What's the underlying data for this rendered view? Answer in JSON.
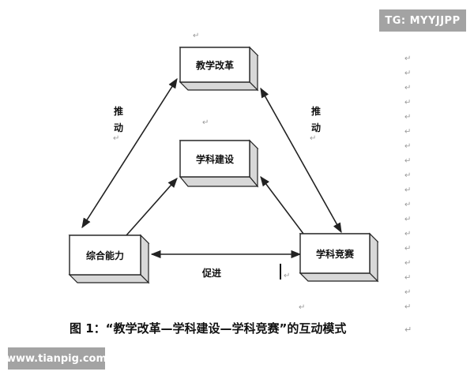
{
  "boxes": {
    "top": "教学改革",
    "middle": "学科建设",
    "left": "综合能力",
    "right": "学科竞赛"
  },
  "edge_labels": {
    "left": [
      "推",
      "动"
    ],
    "right": [
      "推",
      "动"
    ],
    "bottom": "促进"
  },
  "caption": "图 1：“教学改革—学科建设—学科竞赛”的互动模式",
  "caption_end_mark": "↵",
  "paragraph_mark": "↵",
  "overlay": {
    "top_right": "TG: MYYJJPP",
    "bottom_left": "www.tianpig.com"
  },
  "colors": {
    "box_fill": "#ffffff",
    "box_side": "#d8d8d8",
    "box_stroke": "#222222",
    "line": "#222222",
    "badge_bg": "#a3a3a3",
    "paragraph_mark": "#9a9a9a"
  }
}
